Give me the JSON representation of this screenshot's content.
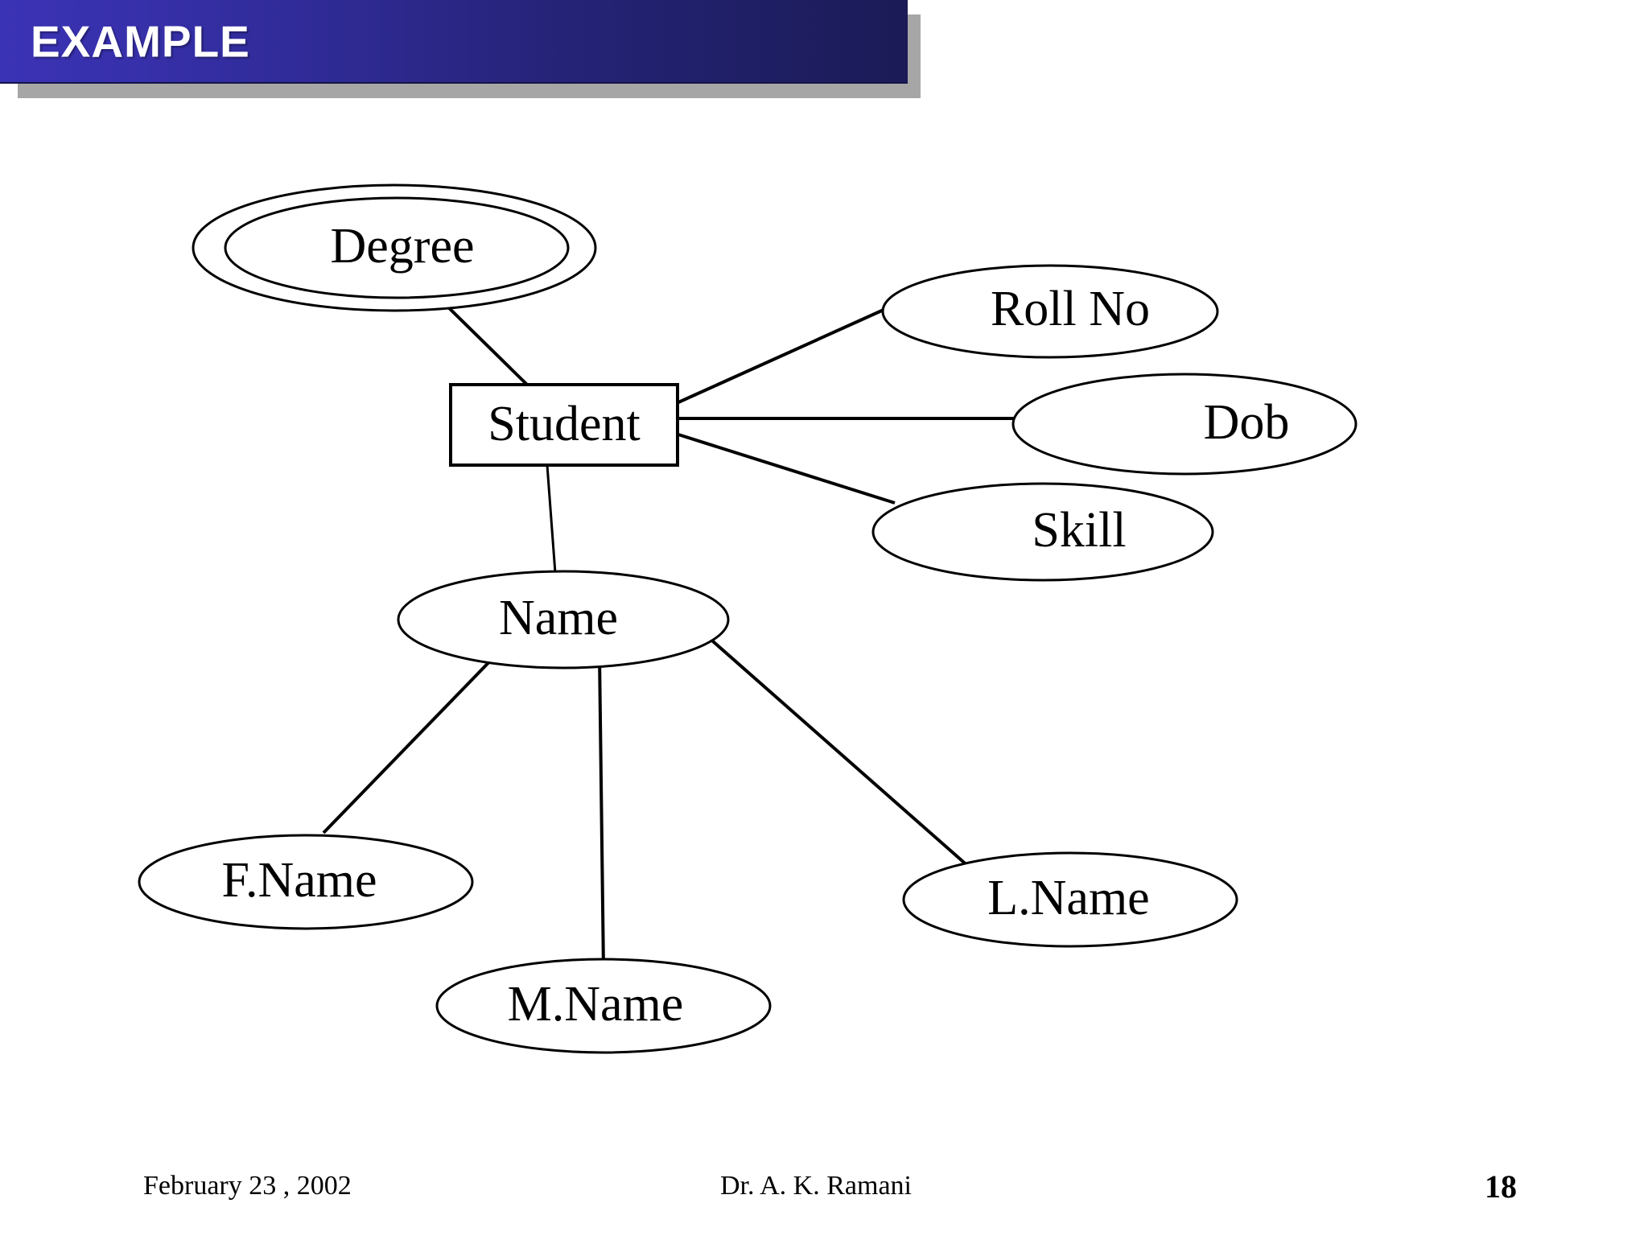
{
  "slide": {
    "title": "EXAMPLE",
    "title_bar_color_left": "#3b33b5",
    "title_bar_color_right": "#1b1b57",
    "title_shadow_color": "#a6a6a6",
    "background": "#ffffff"
  },
  "diagram": {
    "type": "er-diagram",
    "entity": {
      "name": "Student",
      "shape": "rectangle"
    },
    "attributes": [
      {
        "name": "Degree",
        "shape": "double-ellipse",
        "kind": "multivalued",
        "parent": "Student"
      },
      {
        "name": "Roll No",
        "shape": "ellipse",
        "kind": "simple",
        "parent": "Student"
      },
      {
        "name": "Dob",
        "shape": "ellipse",
        "kind": "simple",
        "parent": "Student"
      },
      {
        "name": "Skill",
        "shape": "ellipse",
        "kind": "simple",
        "parent": "Student"
      },
      {
        "name": "Name",
        "shape": "ellipse",
        "kind": "composite",
        "parent": "Student"
      },
      {
        "name": "F.Name",
        "shape": "ellipse",
        "kind": "component",
        "parent": "Name"
      },
      {
        "name": "M.Name",
        "shape": "ellipse",
        "kind": "component",
        "parent": "Name"
      },
      {
        "name": "L.Name",
        "shape": "ellipse",
        "kind": "component",
        "parent": "Name"
      }
    ],
    "labels": {
      "degree": "Degree",
      "student": "Student",
      "roll_no": "Roll No",
      "dob": "Dob",
      "skill": "Skill",
      "name": "Name",
      "f_name": "F.Name",
      "m_name": "M.Name",
      "l_name": "L.Name"
    }
  },
  "footer": {
    "date": "February 23 , 2002",
    "author": "Dr. A. K. Ramani",
    "page_number": "18"
  }
}
